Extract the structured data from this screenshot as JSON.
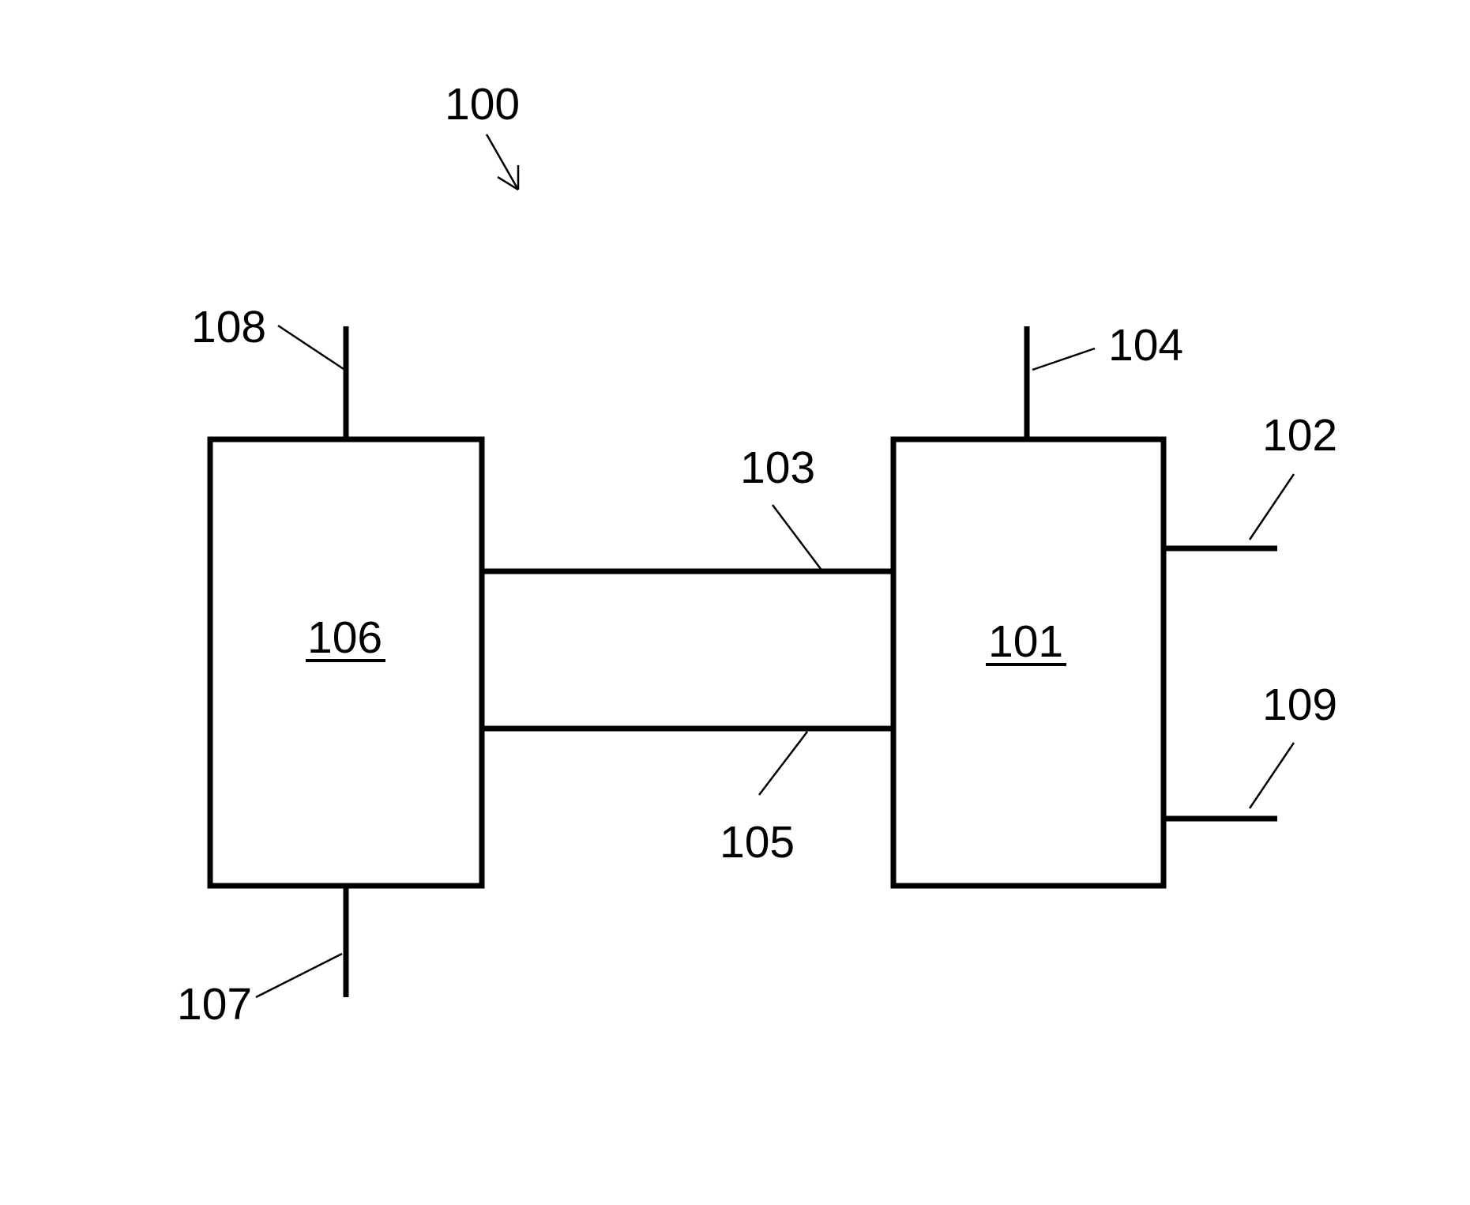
{
  "figure": {
    "reference_label": "100",
    "line_color": "#000000",
    "background": "#ffffff"
  },
  "components": [
    {
      "id": "106",
      "label": "106",
      "kind": "block",
      "underlined": true
    },
    {
      "id": "101",
      "label": "101",
      "kind": "block",
      "underlined": true
    }
  ],
  "connections": [
    {
      "id": "103",
      "label": "103",
      "kind": "line",
      "from": "106",
      "to": "101",
      "position": "upper"
    },
    {
      "id": "105",
      "label": "105",
      "kind": "line",
      "from": "106",
      "to": "101",
      "position": "lower"
    },
    {
      "id": "108",
      "label": "108",
      "kind": "stub",
      "attached_to": "106",
      "side": "top"
    },
    {
      "id": "107",
      "label": "107",
      "kind": "stub",
      "attached_to": "106",
      "side": "bottom"
    },
    {
      "id": "104",
      "label": "104",
      "kind": "stub",
      "attached_to": "101",
      "side": "top"
    },
    {
      "id": "102",
      "label": "102",
      "kind": "stub",
      "attached_to": "101",
      "side": "right-upper"
    },
    {
      "id": "109",
      "label": "109",
      "kind": "stub",
      "attached_to": "101",
      "side": "right-lower"
    }
  ]
}
